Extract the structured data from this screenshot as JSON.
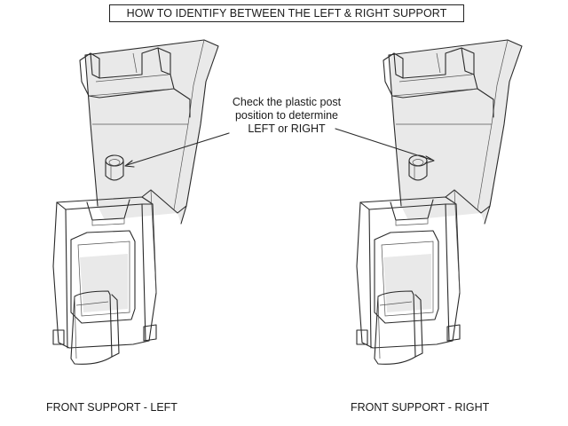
{
  "header": {
    "title": "HOW TO IDENTIFY BETWEEN THE LEFT & RIGHT SUPPORT"
  },
  "callout": {
    "lines": [
      "Check the plastic post",
      "position to determine",
      "LEFT or RIGHT"
    ]
  },
  "captions": {
    "left": "FRONT SUPPORT - LEFT",
    "right": "FRONT SUPPORT - RIGHT"
  }
}
